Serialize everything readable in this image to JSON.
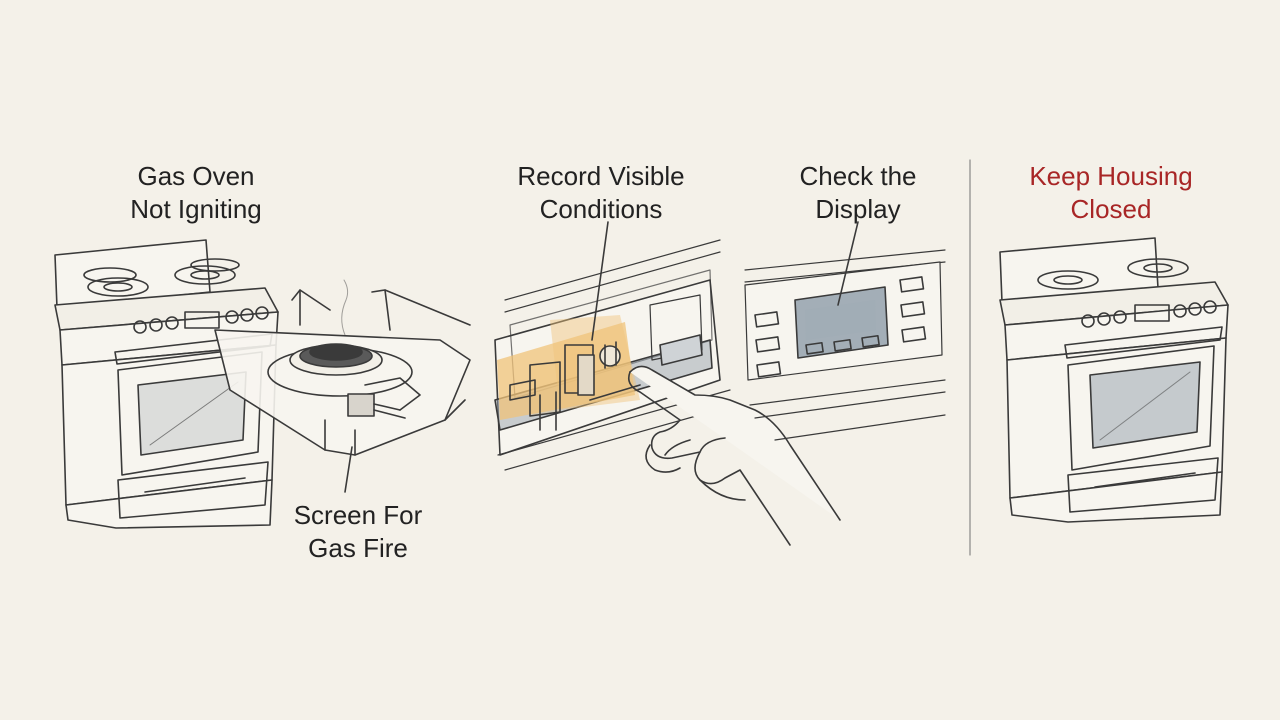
{
  "colors": {
    "background": "#f4f1e9",
    "ink": "#3a3a3a",
    "label_text": "#222222",
    "warning_text": "#a82626",
    "highlight": "#f0c37a",
    "screen": "#8796a4",
    "oven_window": "#aab1b8"
  },
  "steps": [
    {
      "name": "gas-oven-not-igniting",
      "lines": [
        "Gas Oven",
        "Not Igniting"
      ]
    },
    {
      "name": "screen-for-gas-fire",
      "lines": [
        "Screen For",
        "Gas Fire"
      ]
    },
    {
      "name": "record-visible-conditions",
      "lines": [
        "Record Visible",
        "Conditions"
      ]
    },
    {
      "name": "check-the-display",
      "lines": [
        "Check the",
        "Display"
      ]
    },
    {
      "name": "keep-housing-closed",
      "lines": [
        "Keep Housing",
        "Closed"
      ],
      "emphasis": "warning"
    }
  ],
  "icons": [
    "gas-range-icon",
    "stovetop-burner-icon",
    "igniter-closeup-icon",
    "pointing-hand-icon",
    "control-display-icon",
    "gas-range-closed-icon"
  ]
}
